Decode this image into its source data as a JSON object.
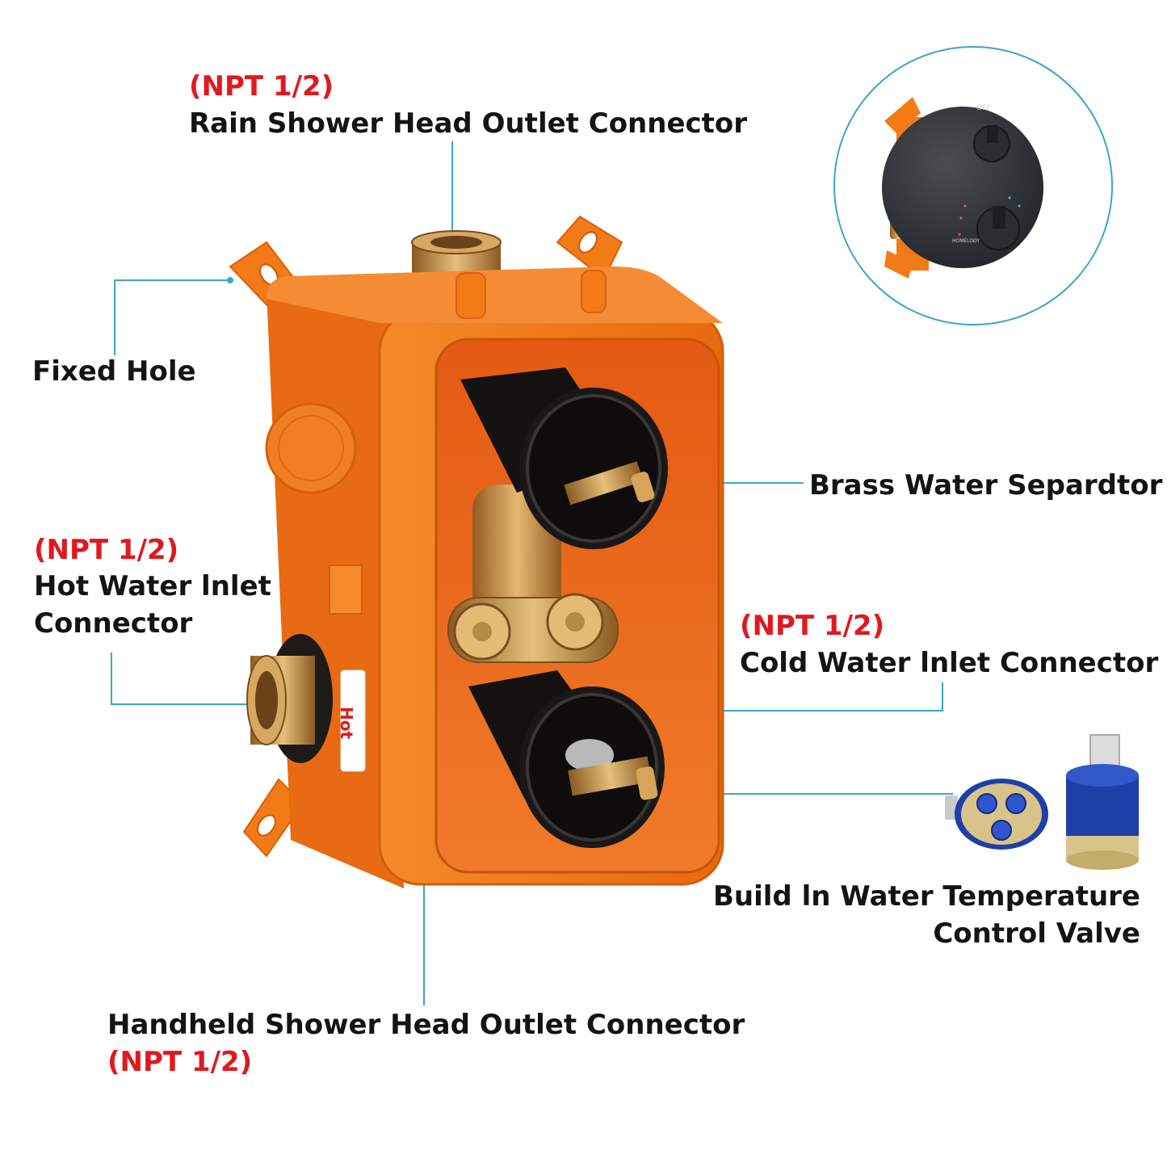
{
  "colors": {
    "callout_line": "#3aa6c8",
    "spec_text": "#e0191f",
    "label_text": "#141414",
    "box_orange": "#f27a17",
    "brass": "#c79a55",
    "cartridge_blue": "#1f3fa8"
  },
  "labels": {
    "rain_spec": "(NPT 1/2)",
    "rain_name": "Rain Shower Head Outlet Connector",
    "fixed_hole": "Fixed Hole",
    "hot_spec": "(NPT 1/2)",
    "hot_name_line1": "Hot Water lnlet",
    "hot_name_line2": "Connector",
    "brass_separator": "Brass Water Separdtor",
    "cold_spec": "(NPT 1/2)",
    "cold_name": "Cold Water lnlet Connector",
    "valve_line1": "Build ln Water Temperature",
    "valve_line2": "Control Valve",
    "handheld_name": "Handheld Shower Head Outlet Connector",
    "handheld_spec": "(NPT 1/2)"
  },
  "box": {
    "hot_sticker": "Hot"
  },
  "inset": {
    "off_mark": "OFF",
    "brand": "HOMELODY"
  },
  "icons": [
    "valve-box-illustration",
    "shower-panel-icon",
    "cartridge-disc-icon",
    "cartridge-cylinder-icon"
  ]
}
